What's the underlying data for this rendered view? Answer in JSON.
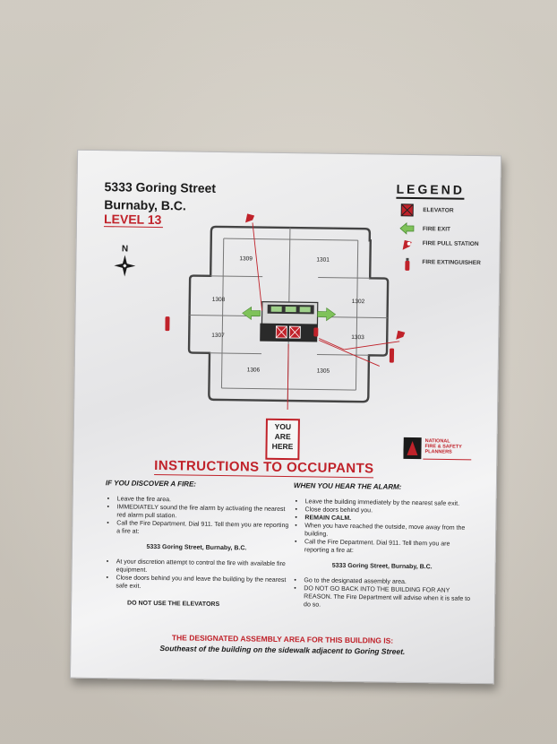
{
  "header": {
    "address_line1": "5333 Goring Street",
    "address_line2": "Burnaby, B.C.",
    "level": "LEVEL 13"
  },
  "legend": {
    "title": "LEGEND",
    "items": [
      {
        "icon": "elevator-icon",
        "label": "ELEVATOR"
      },
      {
        "icon": "fire-exit-arrow-icon",
        "label": "FIRE EXIT"
      },
      {
        "icon": "fire-pull-station-icon",
        "label": "FIRE PULL STATION"
      },
      {
        "icon": "fire-extinguisher-icon",
        "label": "FIRE EXTINGUISHER"
      }
    ]
  },
  "north_label": "N",
  "floorplan": {
    "rooms": [
      "1309",
      "1301",
      "1308",
      "1302",
      "1307",
      "1303",
      "1306",
      "1305"
    ]
  },
  "you_are_here": [
    "YOU",
    "ARE",
    "HERE"
  ],
  "company": {
    "name_line1": "NATIONAL",
    "name_line2": "FIRE & SAFETY",
    "name_line3": "PLANNERS"
  },
  "instructions": {
    "title": "INSTRUCTIONS TO OCCUPANTS",
    "discover": {
      "heading": "IF YOU DISCOVER A FIRE:",
      "items": [
        "Leave the fire area.",
        "IMMEDIATELY sound the fire alarm by activating the nearest red alarm pull station.",
        "Call the Fire Department. Dial 911. Tell them you are reporting a fire at:"
      ],
      "address": "5333 Goring Street, Burnaby, B.C.",
      "items2": [
        "At your discretion attempt to control the fire with available fire equipment.",
        "Close doors behind you and leave the building by the nearest safe exit."
      ],
      "warning": "DO NOT USE THE ELEVATORS"
    },
    "alarm": {
      "heading": "WHEN YOU HEAR THE ALARM:",
      "items": [
        "Leave the building immediately by the nearest safe exit.",
        "Close doors behind you.",
        "REMAIN CALM.",
        "When you have reached the outside, move away from the building.",
        "Call the Fire Department. Dial 911. Tell them you are reporting a fire at:"
      ],
      "address": "5333 Goring Street, Burnaby, B.C.",
      "items2": [
        "Go to the designated assembly area.",
        "DO NOT GO BACK INTO THE BUILDING FOR ANY REASON. The Fire Department will advise when it is safe to do so."
      ]
    },
    "assembly_title": "THE DESIGNATED ASSEMBLY AREA FOR THIS BUILDING IS:",
    "assembly_location": "Southeast of the building on the sidewalk adjacent to Goring Street."
  },
  "colors": {
    "red": "#c0222a",
    "green": "#7fc25a",
    "dark": "#1a1a1a"
  }
}
